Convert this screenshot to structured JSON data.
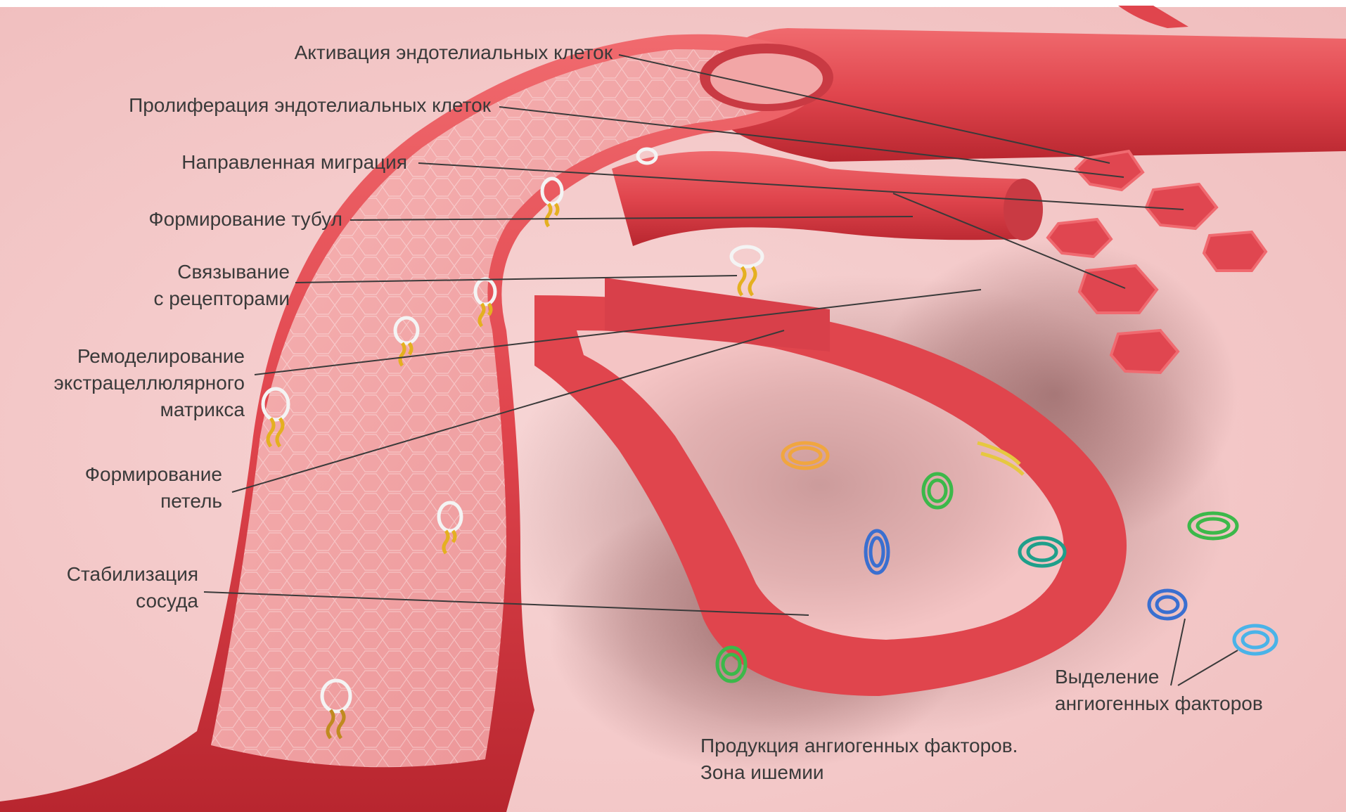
{
  "labels": {
    "endothelial_activation": "Активация эндотелиальных клеток",
    "endothelial_proliferation": "Пролиферация эндотелиальных клеток",
    "directed_migration": "Направленная миграция",
    "tube_formation": "Формирование тубул",
    "receptor_binding": [
      "Связывание",
      "с рецепторами"
    ],
    "ecm_remodeling": [
      "Ремоделирование",
      "экстрацеллюлярного",
      "матрикса"
    ],
    "loop_formation": [
      "Формирование",
      "петель"
    ],
    "vessel_stabilization": [
      "Стабилизация",
      "сосуда"
    ],
    "factor_release": [
      "Выделение",
      "ангиогенных факторов"
    ],
    "ischemia_zone": [
      "Продукция ангиогенных факторов.",
      "Зона ишемии"
    ]
  },
  "colors": {
    "background": "#f4c9c9",
    "vessel": "#e0454d",
    "vessel_dark": "#b8262f",
    "vessel_inner": "#f2a6a6",
    "ischemia": "#7a4848",
    "leader_line": "#3a3a3a",
    "factor_green": "#3cb84a",
    "factor_blue": "#3a6fd0",
    "factor_teal": "#1f9f8a",
    "factor_cyan": "#4ab3e8",
    "factor_orange": "#f0a640",
    "factor_yellow": "#e6c840"
  }
}
